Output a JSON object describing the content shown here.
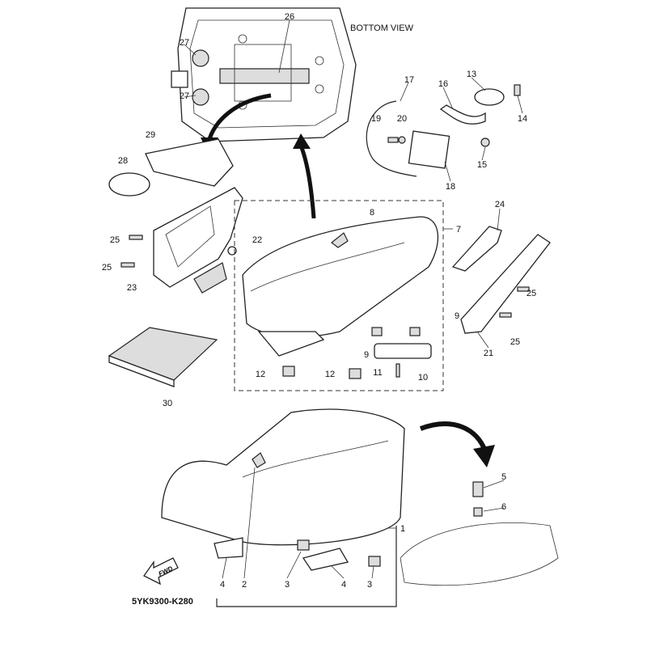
{
  "view_label": "BOTTOM VIEW",
  "diagram_code": "5YK9300-K280",
  "fwd_label": "FWD",
  "callouts": [
    "26",
    "27",
    "27",
    "29",
    "28",
    "25",
    "25",
    "22",
    "23",
    "30",
    "8",
    "7",
    "9",
    "9",
    "12",
    "12",
    "11",
    "10",
    "17",
    "16",
    "13",
    "14",
    "19",
    "20",
    "15",
    "18",
    "24",
    "25",
    "25",
    "21",
    "5",
    "6",
    "1",
    "4",
    "2",
    "3",
    "4",
    "3"
  ]
}
